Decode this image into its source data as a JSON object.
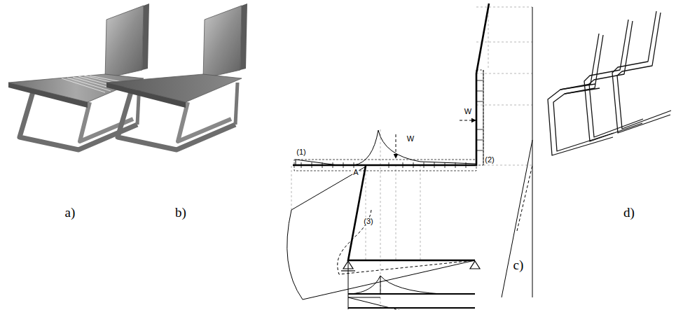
{
  "diagram": {
    "labels": [
      "(1)",
      "W",
      "W",
      "(2)",
      "A",
      "(3)",
      "a)",
      "b)",
      "c)",
      "d)"
    ]
  }
}
